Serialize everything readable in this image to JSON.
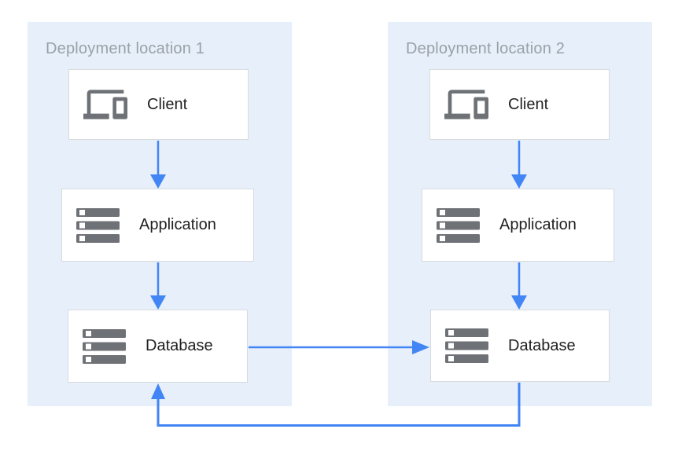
{
  "zones": [
    {
      "title": "Deployment location 1",
      "nodes": [
        {
          "label": "Client",
          "icon": "devices-icon"
        },
        {
          "label": "Application",
          "icon": "server-stack-icon"
        },
        {
          "label": "Database",
          "icon": "server-stack-icon"
        }
      ]
    },
    {
      "title": "Deployment location 2",
      "nodes": [
        {
          "label": "Client",
          "icon": "devices-icon"
        },
        {
          "label": "Application",
          "icon": "server-stack-icon"
        },
        {
          "label": "Database",
          "icon": "server-stack-icon"
        }
      ]
    }
  ],
  "edges": [
    {
      "from": "client-1",
      "to": "application-1"
    },
    {
      "from": "application-1",
      "to": "database-1"
    },
    {
      "from": "client-2",
      "to": "application-2"
    },
    {
      "from": "application-2",
      "to": "database-2"
    },
    {
      "from": "database-1",
      "to": "database-2"
    },
    {
      "from": "database-2",
      "to": "database-1"
    }
  ],
  "colors": {
    "zone-bg": "#E6EFFA",
    "zone-title": "#9AA0A6",
    "box-border": "#D8DBDE",
    "label-text": "#212121",
    "icon-gray": "#6E7175",
    "arrow-blue": "#4285F4"
  }
}
